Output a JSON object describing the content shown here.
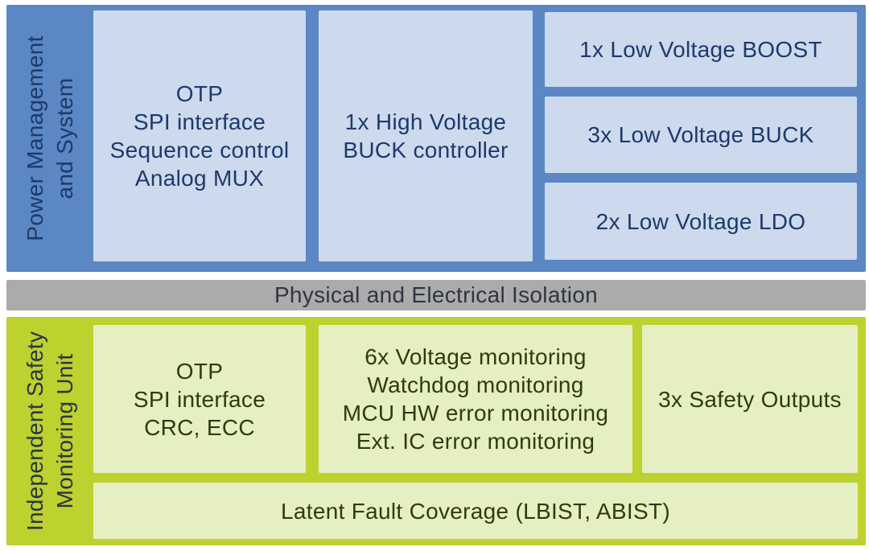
{
  "diagram": {
    "top_section": {
      "label_line1": "Power Management",
      "label_line2": "and System",
      "control_block_lines": [
        "OTP",
        "SPI interface",
        "Sequence control",
        "Analog MUX"
      ],
      "hv_buck_lines": [
        "1x High Voltage",
        "BUCK controller"
      ],
      "lv_boost": "1x Low Voltage BOOST",
      "lv_buck": "3x Low Voltage BUCK",
      "lv_ldo": "2x Low Voltage LDO"
    },
    "isolation_bar": {
      "label": "Physical and Electrical Isolation"
    },
    "bottom_section": {
      "label_line1": "Independent Safety",
      "label_line2": "Monitoring Unit",
      "control_block_lines": [
        "OTP",
        "SPI interface",
        "CRC, ECC"
      ],
      "monitoring_block_lines": [
        "6x Voltage monitoring",
        "Watchdog monitoring",
        "MCU HW error monitoring",
        "Ext. IC error monitoring"
      ],
      "safety_outputs": "3x Safety Outputs",
      "latent_fault": "Latent Fault Coverage (LBIST, ABIST)"
    },
    "colors": {
      "blue_bg": "#5b87c4",
      "blue_block": "#cdd9ed",
      "blue_text": "#1c3a6b",
      "gray_bar": "#ababab",
      "gray_text": "#2f3540",
      "green_bg": "#bdd12f",
      "green_block": "#e6efc2",
      "green_text": "#2f3a0e",
      "green_label_text": "#2b3442"
    }
  }
}
